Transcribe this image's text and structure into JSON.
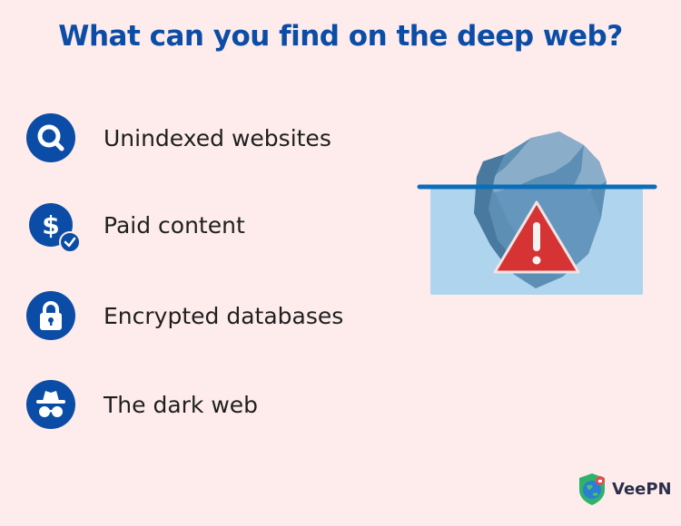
{
  "title": "What can you find on the deep web?",
  "items": [
    {
      "label": "Unindexed websites",
      "icon": "search-icon"
    },
    {
      "label": "Paid content",
      "icon": "dollar-check-icon"
    },
    {
      "label": "Encrypted databases",
      "icon": "lock-icon"
    },
    {
      "label": "The dark web",
      "icon": "incognito-icon"
    }
  ],
  "logo": {
    "text": "VeePN"
  },
  "colors": {
    "background": "#fdeceb",
    "accent": "#0b4da6",
    "water": "#aed4ee",
    "waterline": "#0a6fb8",
    "warning": "#d63434"
  }
}
